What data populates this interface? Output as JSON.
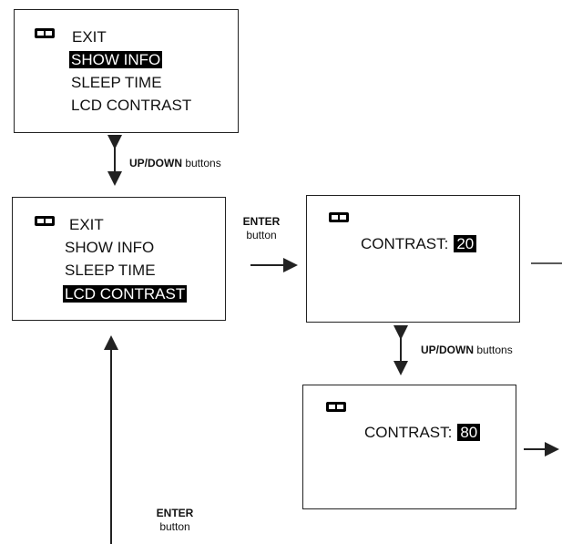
{
  "screen_top": {
    "items": [
      "EXIT",
      "SHOW INFO",
      "SLEEP TIME",
      "LCD CONTRAST"
    ],
    "selected_index": 1
  },
  "screen_middle": {
    "items": [
      "EXIT",
      "SHOW INFO",
      "SLEEP TIME",
      "LCD CONTRAST"
    ],
    "selected_index": 3
  },
  "screen_contrast_1": {
    "label": "CONTRAST:",
    "value": "20"
  },
  "screen_contrast_2": {
    "label": "CONTRAST:",
    "value": "80"
  },
  "labels": {
    "updown_1_bold": "UP/DOWN",
    "updown_1_rest": " buttons",
    "enter_1_bold": "ENTER",
    "enter_1_rest": "button",
    "updown_2_bold": "UP/DOWN",
    "updown_2_rest": " buttons",
    "enter_2_bold": "ENTER",
    "enter_2_rest": "button"
  },
  "icons": {
    "battery": "battery-icon",
    "arrows": [
      "double-arrow-icon",
      "right-arrow-icon",
      "up-arrow-icon"
    ]
  },
  "colors": {
    "highlight_bg": "#000000",
    "highlight_text": "#ffffff",
    "line": "#222222"
  }
}
